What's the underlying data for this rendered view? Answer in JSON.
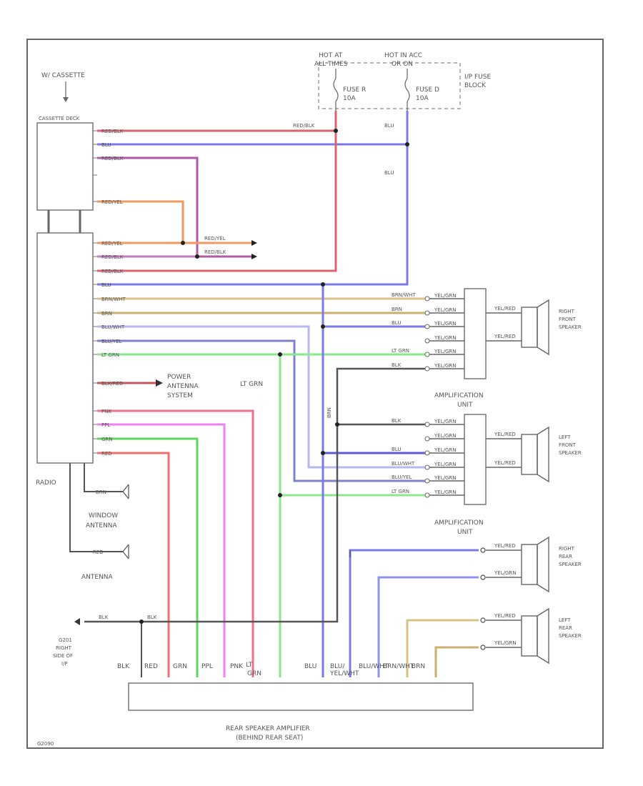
{
  "top": {
    "cassette_note": "W/ CASSETTE",
    "hot_at_all_times": [
      "HOT AT",
      "ALL TIMES"
    ],
    "hot_in_acc": [
      "HOT IN ACC",
      "OR ON"
    ],
    "fuse_r": [
      "FUSE R",
      "10A"
    ],
    "fuse_d": [
      "FUSE D",
      "10A"
    ],
    "fuse_block": [
      "I/P FUSE",
      "BLOCK"
    ]
  },
  "cassette_player_label": "CASSETTE DECK",
  "radio_label": "RADIO",
  "wire_labels": {
    "red_blk_top": "RED/BLK",
    "blu_top_1": "BLU",
    "blu_top_2": "BLU",
    "red_yel_jump": "RED/YEL",
    "red_blk_jump": "RED/BLK",
    "lt_grn_mid": "LT GRN",
    "brn_vertical": "BRN"
  },
  "radio_pins": [
    "RED/BLK",
    "BLU",
    "RED/BLK",
    "",
    "RED/YEL",
    "RED/YEL",
    "RED/BLK",
    "RED/BLK",
    "BLU",
    "BRN/WHT",
    "BRN",
    "BLU/WHT",
    "BLU/YEL",
    "LT GRN",
    "BLK/RED",
    "PNK",
    "PPL",
    "GRN",
    "RED"
  ],
  "power_antenna": [
    "POWER",
    "ANTENNA",
    "SYSTEM"
  ],
  "antennas": {
    "window": [
      "WINDOW",
      "ANTENNA"
    ],
    "main": "ANTENNA",
    "window_wire": "BRN",
    "main_wire": "RED"
  },
  "right_front": {
    "amp_pins": [
      "BRN/WHT",
      "BRN",
      "BLU",
      "",
      "LT GRN",
      "BLK"
    ],
    "amp_out": [
      "YEL/GRN",
      "YEL/GRN",
      "YEL/GRN",
      "YEL/GRN",
      "YEL/GRN",
      "YEL/GRN"
    ],
    "speaker": [
      "RIGHT",
      "FRONT",
      "SPEAKER"
    ],
    "spk_wires": [
      "YEL/RED",
      "YEL/RED"
    ],
    "unit": [
      "AMPLIFICATION",
      "UNIT"
    ]
  },
  "left_front": {
    "amp_pins": [
      "BLK",
      "",
      "BLU",
      "BLU/WHT",
      "BLU/YEL",
      "LT GRN"
    ],
    "amp_out": [
      "YEL/GRN",
      "YEL/GRN",
      "YEL/GRN",
      "YEL/GRN",
      "YEL/GRN",
      "YEL/GRN"
    ],
    "speaker": [
      "LEFT",
      "FRONT",
      "SPEAKER"
    ],
    "spk_wires": [
      "YEL/RED",
      "YEL/RED"
    ],
    "unit": [
      "AMPLIFICATION",
      "UNIT"
    ]
  },
  "rear": {
    "right_speaker": [
      "RIGHT",
      "REAR",
      "SPEAKER"
    ],
    "left_speaker": [
      "LEFT",
      "REAR",
      "SPEAKER"
    ],
    "right_wires": [
      "YEL/RED",
      "YEL/GRN"
    ],
    "left_wires": [
      "YEL/RED",
      "YEL/GRN"
    ]
  },
  "ground": {
    "label": [
      "G201",
      "RIGHT",
      "SIDE OF",
      "I/P"
    ],
    "wire": "BLK",
    "wire2": "BLK"
  },
  "rear_amp": {
    "pins": [
      "BLK",
      "RED",
      "GRN",
      "PPL",
      "PNK",
      "LT",
      "GRN",
      "BLU",
      "BLU/",
      "YEL/WHT",
      "BLU/WHT",
      "BRN/WHT",
      "BRN"
    ],
    "label": [
      "REAR SPEAKER AMPLIFIER",
      "(BEHIND REAR SEAT)"
    ]
  },
  "code": "G2090"
}
